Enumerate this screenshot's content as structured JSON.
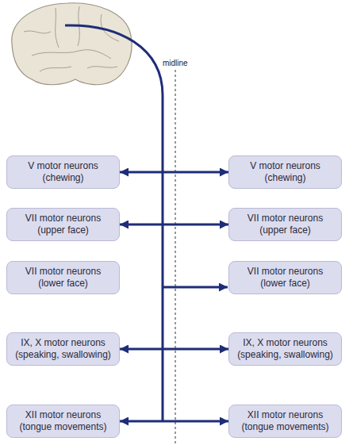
{
  "diagram": {
    "nodes": [
      {
        "text": [
          "V motor neurons",
          "(chewing)"
        ]
      },
      {
        "text": [
          "V motor neurons",
          "(chewing)"
        ]
      },
      {
        "text": [
          "VII motor neurons",
          "(upper face)"
        ]
      },
      {
        "text": [
          "VII motor neurons",
          "(upper face)"
        ]
      },
      {
        "text": [
          "VII motor neurons",
          "(lower face)"
        ]
      },
      {
        "text": [
          "VII motor neurons",
          "(lower face)"
        ]
      },
      {
        "text": [
          "IX, X motor neurons",
          "(speaking, swallowing)"
        ]
      },
      {
        "text": [
          "IX, X motor neurons",
          "(speaking, swallowing)"
        ]
      },
      {
        "text": [
          "XII motor neurons",
          "(tongue movements)"
        ]
      },
      {
        "text": [
          "XII motor neurons",
          "(tongue movements)"
        ]
      }
    ],
    "edges": [
      {
        "from": 0,
        "to": 1,
        "arrow": "both"
      },
      {
        "from": 2,
        "to": 3,
        "arrow": "both"
      },
      {
        "from": 6,
        "to": 7,
        "arrow": "both"
      },
      {
        "from": 8,
        "to": 9,
        "arrow": "both"
      }
    ],
    "labels": [
      "midline"
    ]
  }
}
